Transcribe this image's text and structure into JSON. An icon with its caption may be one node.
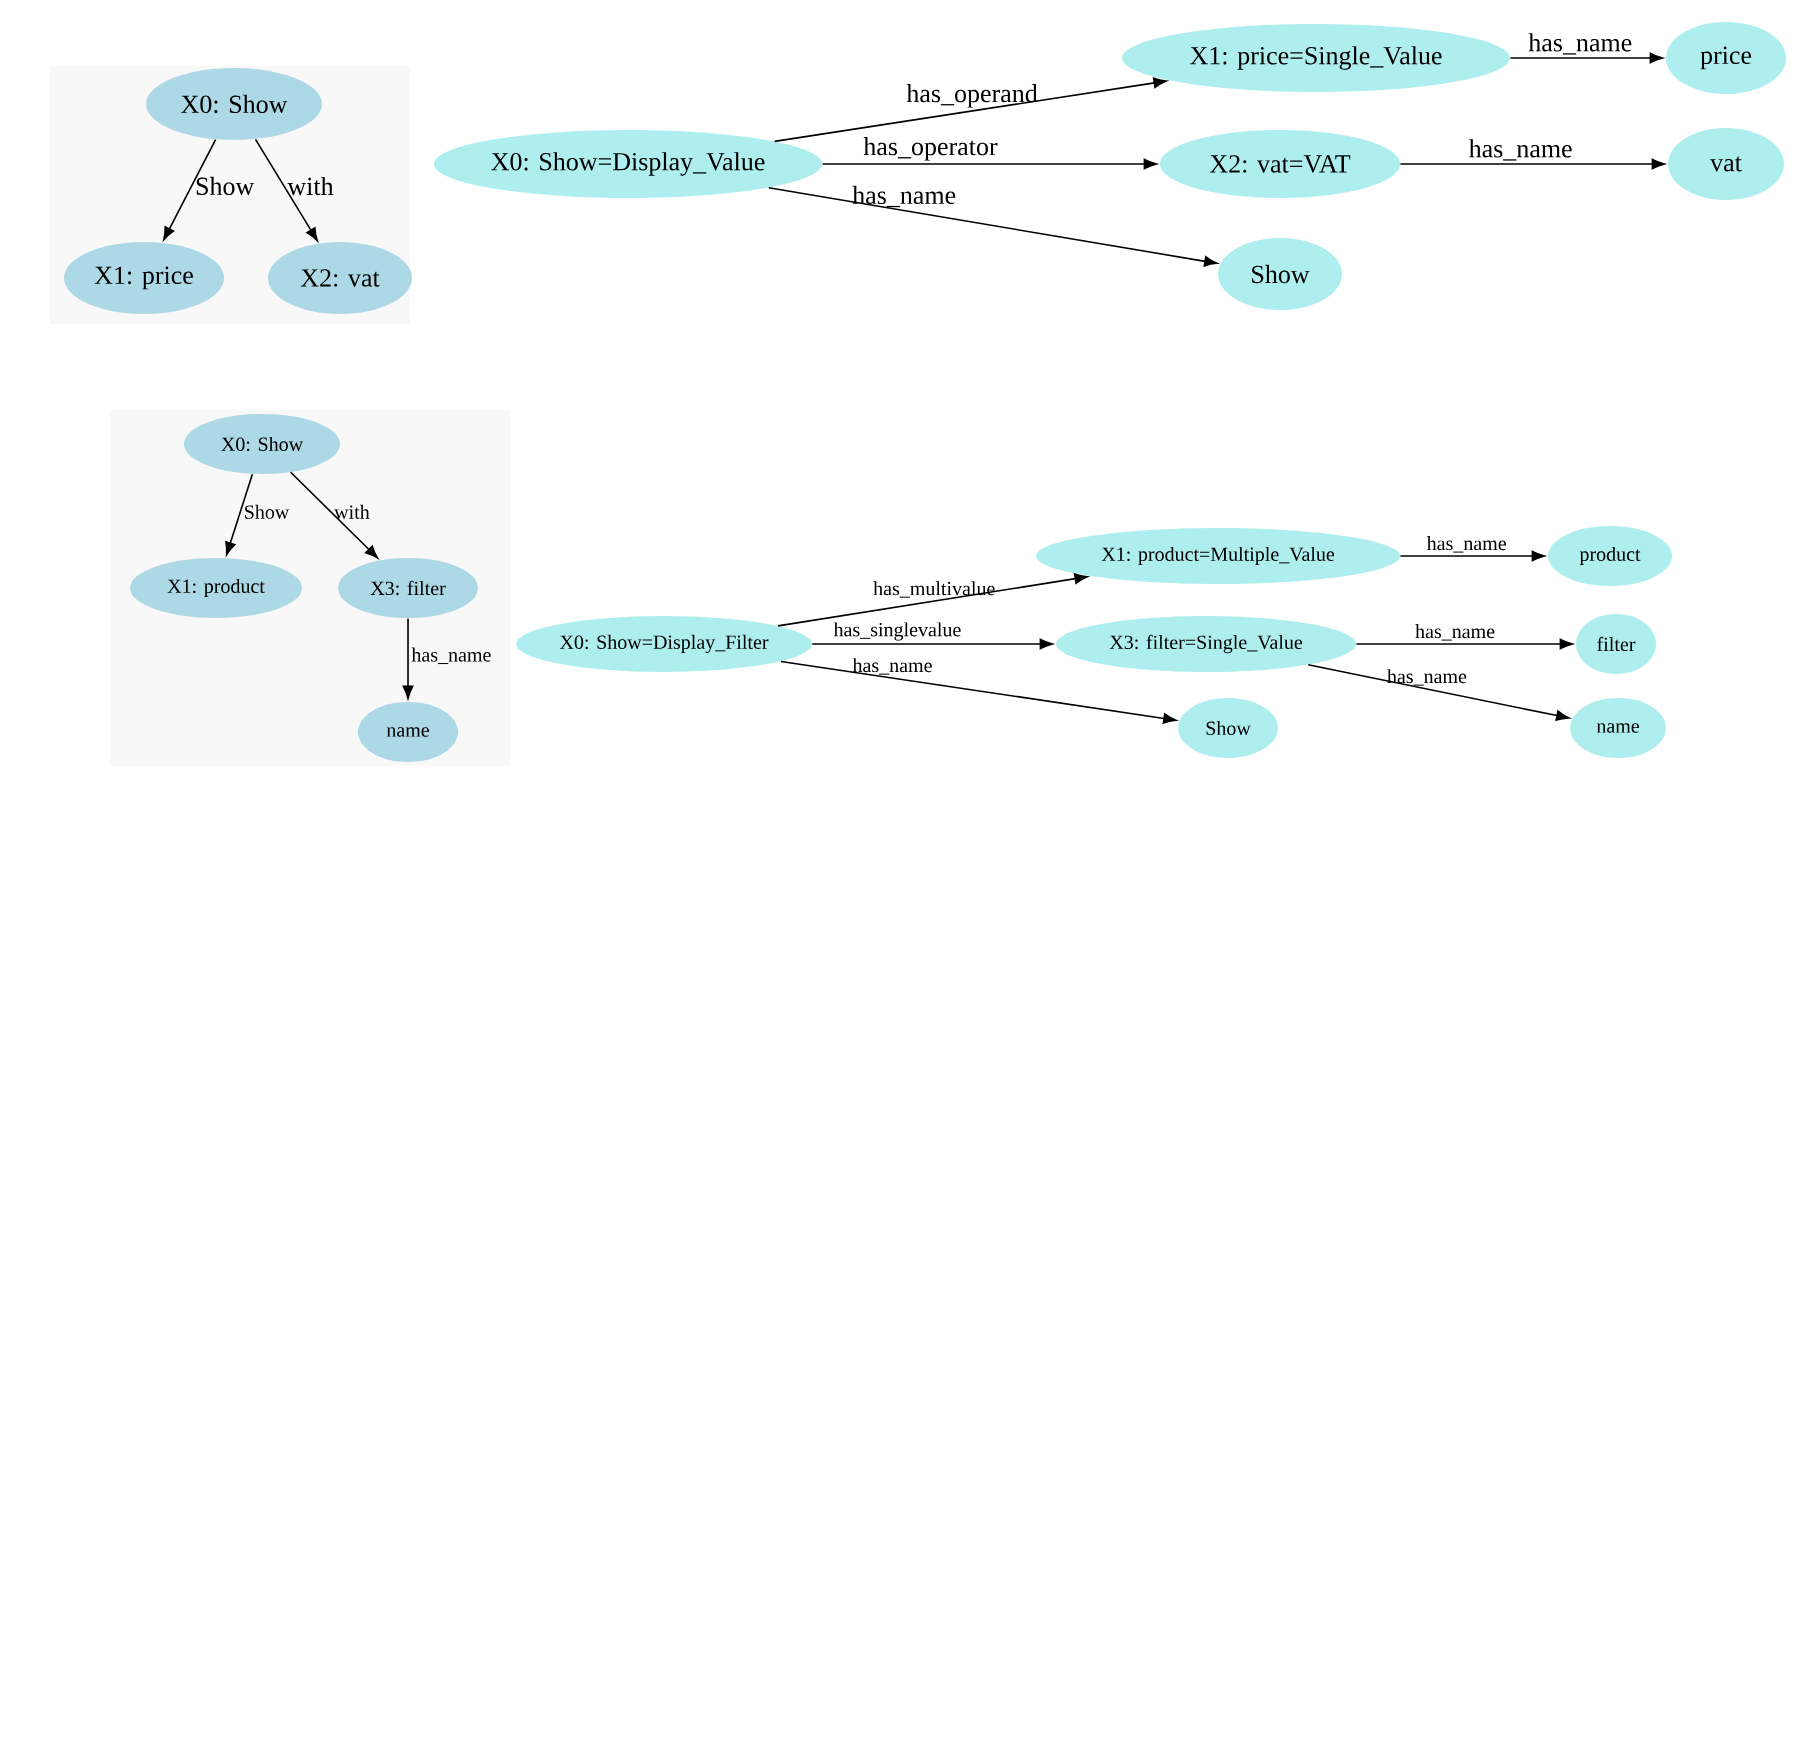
{
  "diagram": {
    "nodes": [
      {
        "text": [
          "X0: Show"
        ]
      },
      {
        "text": [
          "X1: price"
        ]
      },
      {
        "text": [
          "X2: vat"
        ]
      },
      {
        "text": [
          "X0: Show=Display_Value"
        ]
      },
      {
        "text": [
          "X1: price=Single_Value"
        ]
      },
      {
        "text": [
          "X2: vat=VAT"
        ]
      },
      {
        "text": [
          "Show"
        ]
      },
      {
        "text": [
          "price"
        ]
      },
      {
        "text": [
          "vat"
        ]
      },
      {
        "text": [
          "X0: Show"
        ]
      },
      {
        "text": [
          "X1: product"
        ]
      },
      {
        "text": [
          "X3: filter"
        ]
      },
      {
        "text": [
          "name"
        ]
      },
      {
        "text": [
          "X0: Show=Display_Filter"
        ]
      },
      {
        "text": [
          "X1: product=Multiple_Value"
        ]
      },
      {
        "text": [
          "X3: filter=Single_Value"
        ]
      },
      {
        "text": [
          "Show"
        ]
      },
      {
        "text": [
          "product"
        ]
      },
      {
        "text": [
          "filter"
        ]
      },
      {
        "text": [
          "name"
        ]
      }
    ],
    "edges": [
      {
        "from": 0,
        "to": 1,
        "arrow": "to",
        "label": "Show"
      },
      {
        "from": 0,
        "to": 2,
        "arrow": "to",
        "label": "with"
      },
      {
        "from": 3,
        "to": 4,
        "arrow": "to",
        "label": "has_operand"
      },
      {
        "from": 3,
        "to": 5,
        "arrow": "to",
        "label": "has_operator"
      },
      {
        "from": 3,
        "to": 6,
        "arrow": "to",
        "label": "has_name"
      },
      {
        "from": 4,
        "to": 7,
        "arrow": "to",
        "label": "has_name"
      },
      {
        "from": 5,
        "to": 8,
        "arrow": "to",
        "label": "has_name"
      },
      {
        "from": 9,
        "to": 10,
        "arrow": "to",
        "label": "Show"
      },
      {
        "from": 9,
        "to": 11,
        "arrow": "to",
        "label": "with"
      },
      {
        "from": 11,
        "to": 12,
        "arrow": "to",
        "label": "has_name"
      },
      {
        "from": 13,
        "to": 14,
        "arrow": "to",
        "label": "has_multivalue"
      },
      {
        "from": 13,
        "to": 15,
        "arrow": "to",
        "label": "has_singlevalue"
      },
      {
        "from": 13,
        "to": 16,
        "arrow": "to",
        "label": "has_name"
      },
      {
        "from": 14,
        "to": 17,
        "arrow": "to",
        "label": "has_name"
      },
      {
        "from": 15,
        "to": 18,
        "arrow": "to",
        "label": "has_name"
      },
      {
        "from": 15,
        "to": 19,
        "arrow": "to",
        "label": "has_name"
      }
    ]
  }
}
